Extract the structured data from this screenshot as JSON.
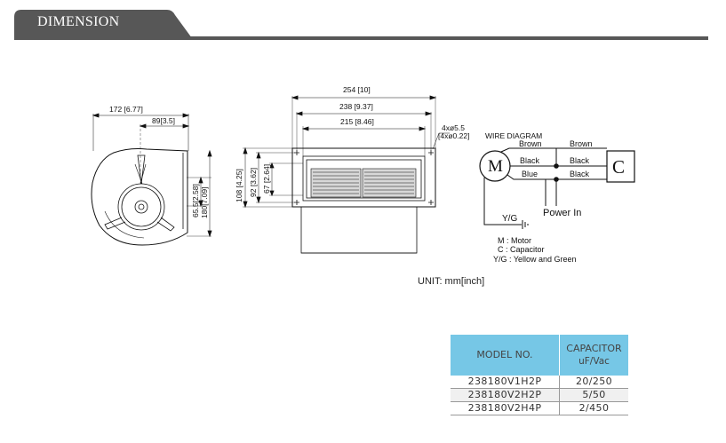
{
  "header": {
    "title": "DIMENSION"
  },
  "dimensions": {
    "side_width": "172 [6.77]",
    "side_center": "89[3.5]",
    "side_h1": "65.5[2.58]",
    "side_h2": "180[7.09]",
    "front_w1": "254 [10]",
    "front_w2": "238 [9.37]",
    "front_w3": "215 [8.46]",
    "holes_a": "4xø5.5",
    "holes_b": "[4xø0.22]",
    "front_h1": "108 [4.25]",
    "front_h2": "92 [3.62]",
    "front_h3": "67 [2.64]"
  },
  "wiring": {
    "title": "WIRE DIAGRAM",
    "motor_symbol": "M",
    "capacitor_symbol": "C",
    "wire_brown_left": "Brown",
    "wire_brown_right": "Brown",
    "wire_black_left": "Black",
    "wire_black_right": "Black",
    "wire_blue": "Blue",
    "wire_black_cap": "Black",
    "power_in": "Power In",
    "ground": "Y/G",
    "legend": [
      "M : Motor",
      "C : Capacitor",
      "Y/G : Yellow and Green"
    ]
  },
  "unit_note": "UNIT: mm[inch]",
  "spec_table": {
    "col_model": "MODEL NO.",
    "col_capacitor": "CAPACITOR",
    "col_capacitor_unit": "uF/Vac",
    "rows": [
      {
        "model": "238180V1H2P",
        "capacitor": "20/250"
      },
      {
        "model": "238180V2H2P",
        "capacitor": "5/50"
      },
      {
        "model": "238180V2H4P",
        "capacitor": "2/450"
      }
    ]
  },
  "colors": {
    "header_bar": "#575757",
    "table_header": "#76c7e6"
  }
}
